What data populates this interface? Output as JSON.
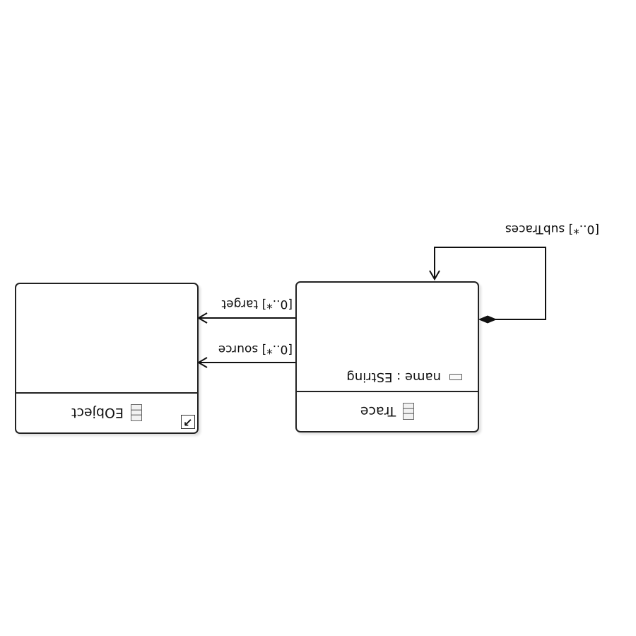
{
  "classes": [
    {
      "name": "Trace",
      "icon": "class-icon",
      "attributes": [
        {
          "text": "name : EString",
          "icon": "attribute-icon"
        }
      ]
    },
    {
      "name": "EObject",
      "icon": "class-icon",
      "external_ref_icon": "arrow-link-icon",
      "attributes": []
    }
  ],
  "references": [
    {
      "label": "[0..*] subTraces",
      "from": "Trace",
      "to": "Trace",
      "kind": "containment"
    },
    {
      "label": "[0..*] target",
      "from": "Trace",
      "to": "EObject",
      "kind": "reference"
    },
    {
      "label": "[0..*] source",
      "from": "Trace",
      "to": "EObject",
      "kind": "reference"
    }
  ],
  "colors": {
    "line": "#111111",
    "background": "#ffffff"
  }
}
